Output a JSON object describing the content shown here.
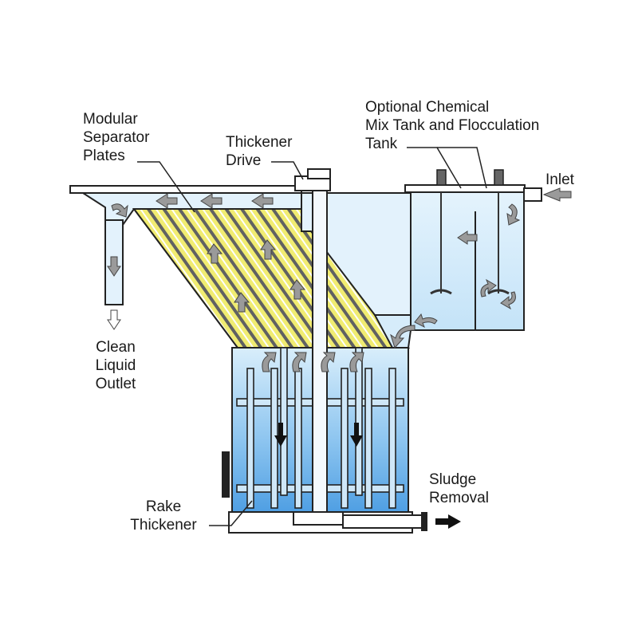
{
  "labels": {
    "modular_separator_plates": [
      "Modular",
      "Separator",
      "Plates"
    ],
    "thickener_drive": [
      "Thickener",
      "Drive"
    ],
    "chemical_tank": [
      "Optional Chemical",
      "Mix Tank and Flocculation",
      "Tank"
    ],
    "inlet": "Inlet",
    "clean_liquid_outlet": [
      "Clean",
      "Liquid",
      "Outlet"
    ],
    "sludge_removal": [
      "Sludge",
      "Removal"
    ],
    "rake_thickener": [
      "Rake",
      "Thickener"
    ]
  },
  "icons": {
    "flow_arrow": "flow-arrow-icon",
    "curved_arrow": "curved-flow-arrow-icon"
  },
  "colors": {
    "water_light": "#d6ecfa",
    "water_dark": "#5aa6e6",
    "plate_yellow": "#f2ec6a",
    "outline": "#222222",
    "arrow_gray": "#8a8a8a"
  }
}
